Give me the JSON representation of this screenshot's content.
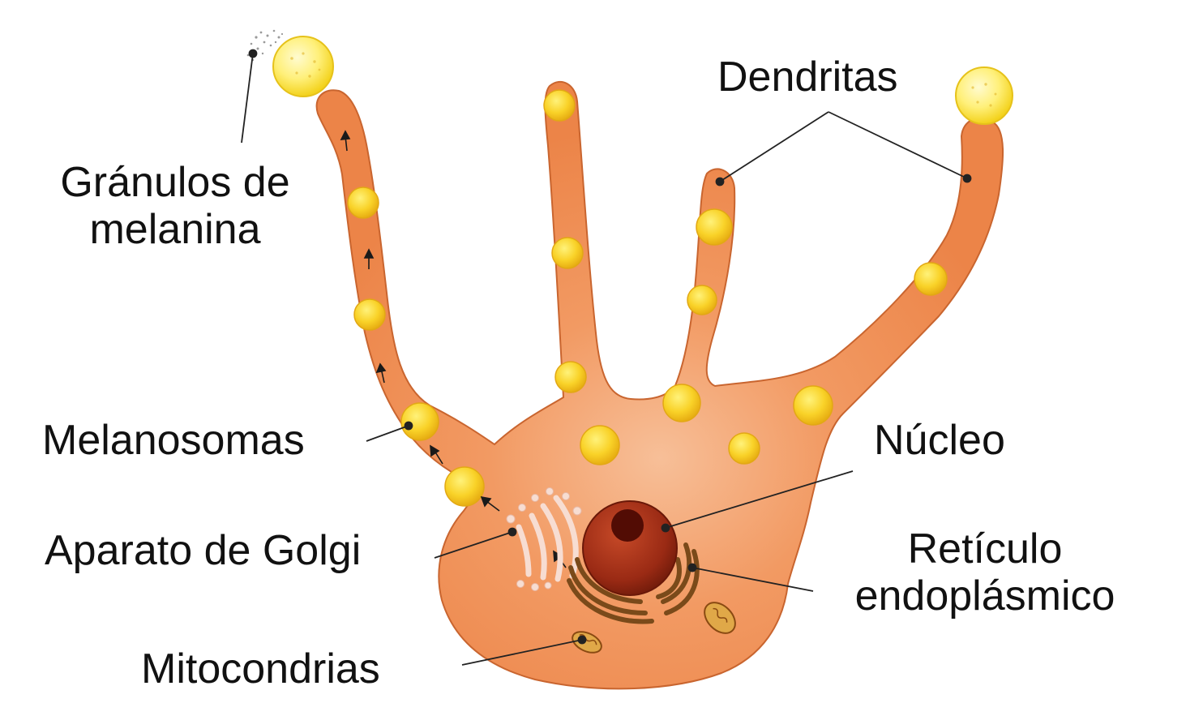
{
  "labels": {
    "granulos_line1": "Gránulos de",
    "granulos_line2": "melanina",
    "dendritas": "Dendritas",
    "melanosomas": "Melanosomas",
    "nucleo": "Núcleo",
    "golgi": "Aparato de Golgi",
    "reticulo_line1": "Retículo",
    "reticulo_line2": "endoplásmico",
    "mitocondrias": "Mitocondrias"
  },
  "colors": {
    "cell_fill": "#ef8a50",
    "cell_center": "#f6b88e",
    "cell_outline": "#c9652f",
    "melanosome": "#f7cc22",
    "melanosome_light": "#fff59a",
    "nucleus": "#9a2812",
    "nucleolus": "#520c04",
    "reticulum": "#7a4a1a",
    "golgi": "#f7ddd2",
    "mitochondria": "#e0a848",
    "leader_line": "#222222"
  }
}
